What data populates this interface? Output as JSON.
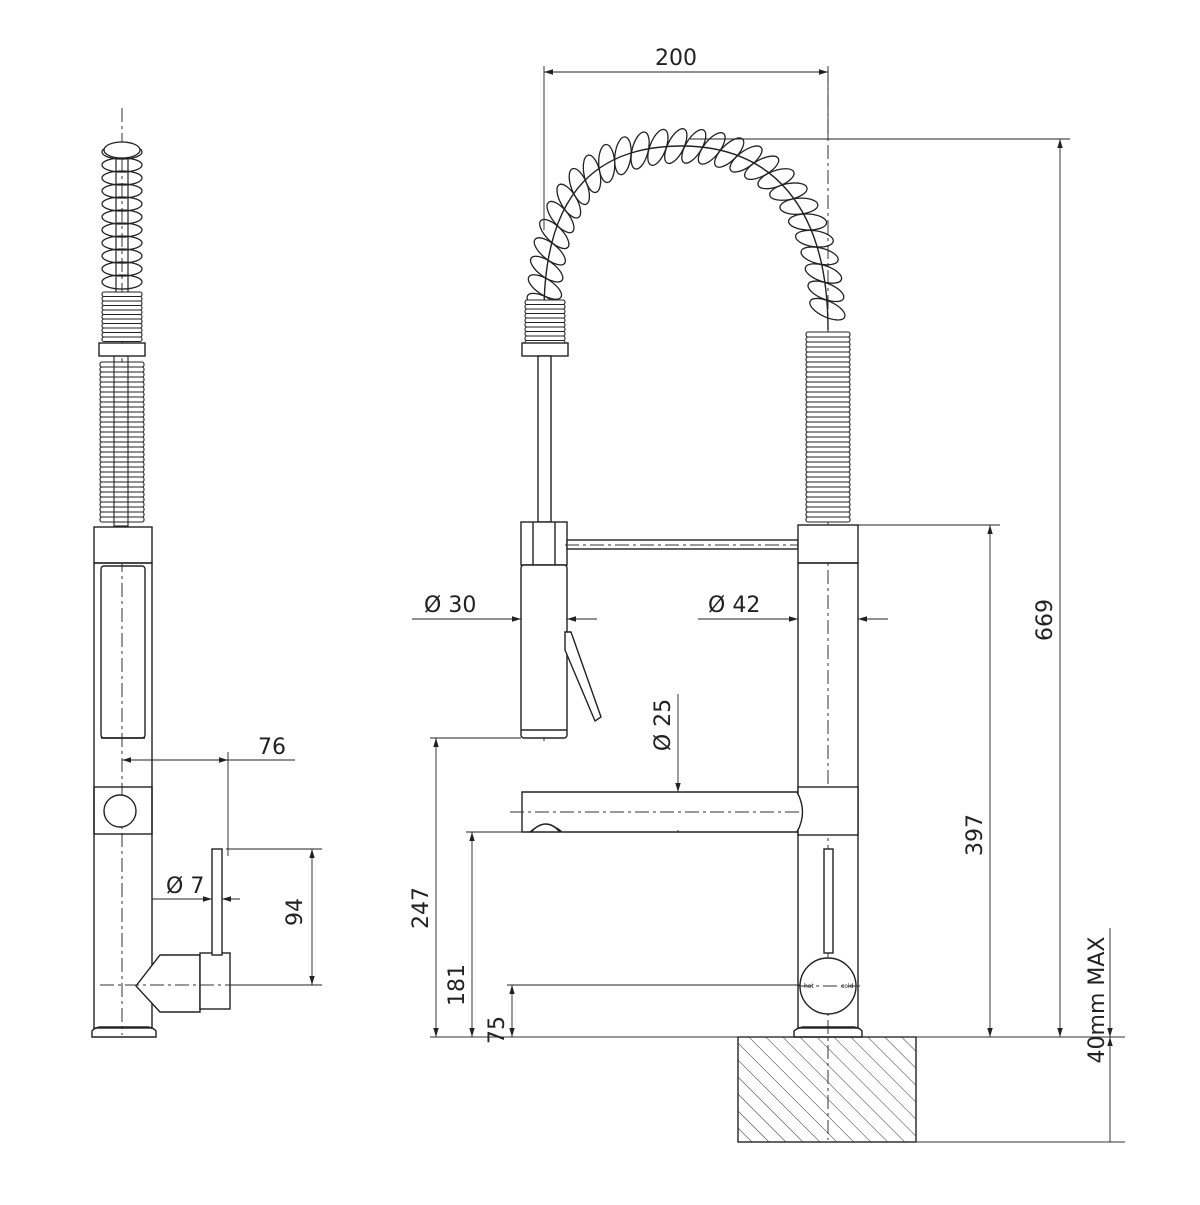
{
  "dimensions": {
    "width_top": "200",
    "total_height": "669",
    "body_height": "397",
    "handspray_diameter": "30",
    "body_diameter": "42",
    "spout_diameter": "25",
    "handspray_clearance": "247",
    "spout_clearance": "181",
    "handle_height": "75",
    "bench_thickness": "40mm  MAX",
    "side_projection": "76",
    "lever_diameter": "7",
    "lever_length": "94"
  },
  "labels": {
    "hot": "hot",
    "cold": "cold"
  },
  "diameter_symbol": "Ø"
}
